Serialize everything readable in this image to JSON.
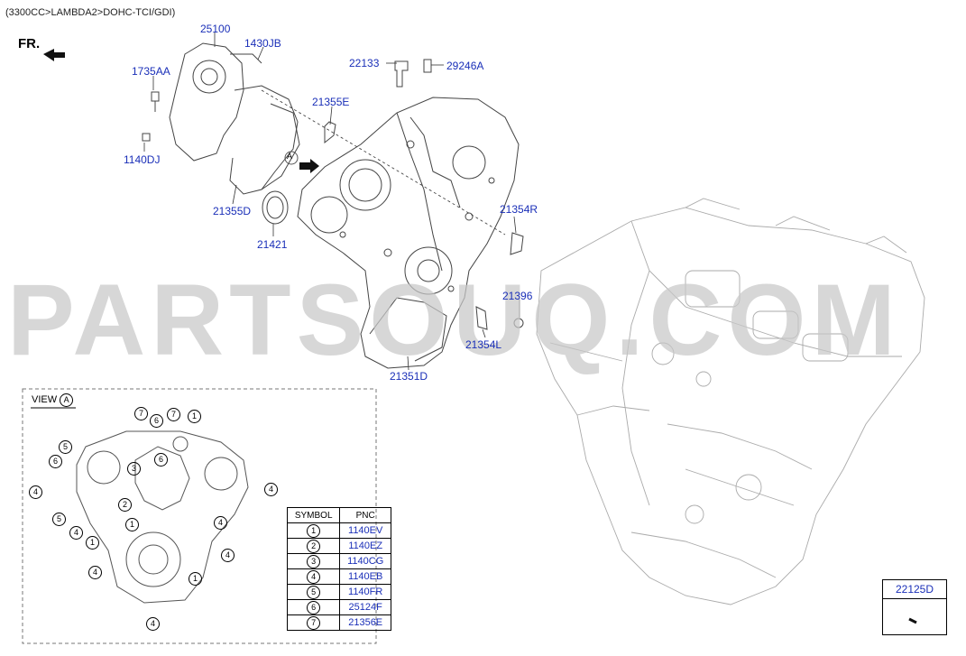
{
  "breadcrumb": "(3300CC>LAMBDA2>DOHC-TCI/GDI)",
  "front_label": "FR.",
  "watermark": "PARTSOUQ.COM",
  "view_label": "VIEW",
  "view_ref": "A",
  "callout_a": "A",
  "parts": [
    {
      "id": "25100"
    },
    {
      "id": "1430JB"
    },
    {
      "id": "1735AA"
    },
    {
      "id": "1140DJ"
    },
    {
      "id": "21355D"
    },
    {
      "id": "21421"
    },
    {
      "id": "22133"
    },
    {
      "id": "29246A"
    },
    {
      "id": "21355E"
    },
    {
      "id": "21354R"
    },
    {
      "id": "21396"
    },
    {
      "id": "21354L"
    },
    {
      "id": "21351D"
    },
    {
      "id": "22125D"
    }
  ],
  "symbol_table": {
    "headers": [
      "SYMBOL",
      "PNC"
    ],
    "rows": [
      {
        "symbol": "1",
        "pnc": "1140EV"
      },
      {
        "symbol": "2",
        "pnc": "1140EZ"
      },
      {
        "symbol": "3",
        "pnc": "1140CG"
      },
      {
        "symbol": "4",
        "pnc": "1140EB"
      },
      {
        "symbol": "5",
        "pnc": "1140FR"
      },
      {
        "symbol": "6",
        "pnc": "25124F"
      },
      {
        "symbol": "7",
        "pnc": "21356E"
      }
    ]
  },
  "view_callouts": [
    "7",
    "6",
    "7",
    "1",
    "5",
    "6",
    "3",
    "6",
    "4",
    "4",
    "2",
    "5",
    "4",
    "1",
    "1",
    "4",
    "4",
    "4",
    "4",
    "1"
  ]
}
